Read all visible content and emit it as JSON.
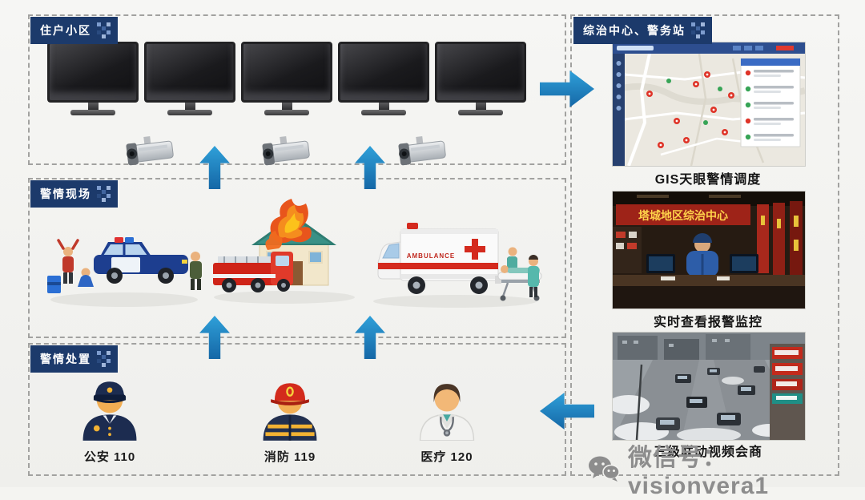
{
  "sections": {
    "residential": {
      "title": "住户小区",
      "monitor_count": 5,
      "camera_count": 3
    },
    "scene": {
      "title": "警情现场",
      "items": [
        "police-arrest-scene",
        "house-fire-scene",
        "ambulance-scene"
      ],
      "ambulance_text": "AMBULANCE"
    },
    "disposal": {
      "title": "警情处置",
      "responders": [
        {
          "icon": "police-officer-icon",
          "label": "公安 110"
        },
        {
          "icon": "firefighter-icon",
          "label": "消防 119"
        },
        {
          "icon": "doctor-icon",
          "label": "医疗 120"
        }
      ]
    },
    "center": {
      "title": "综治中心、警务站",
      "panels": [
        {
          "icon": "gis-map-panel",
          "caption": "GIS天眼警情调度"
        },
        {
          "icon": "control-room-panel",
          "caption": "实时查看报警监控",
          "banner_text": "塔城地区综治中心"
        },
        {
          "icon": "street-camera-panel",
          "caption": "三级联动视频会商"
        }
      ]
    }
  },
  "watermark": {
    "icon": "wechat-icon",
    "text": "微信号：visionvera1"
  },
  "colors": {
    "header_bg": "#1c3a6b",
    "arrow_blue_light": "#2fa0d9",
    "arrow_blue_dark": "#1567a6",
    "fire_red": "#d42a1e",
    "police_navy": "#1c2c50",
    "dashed_border": "#a2a2a0"
  }
}
